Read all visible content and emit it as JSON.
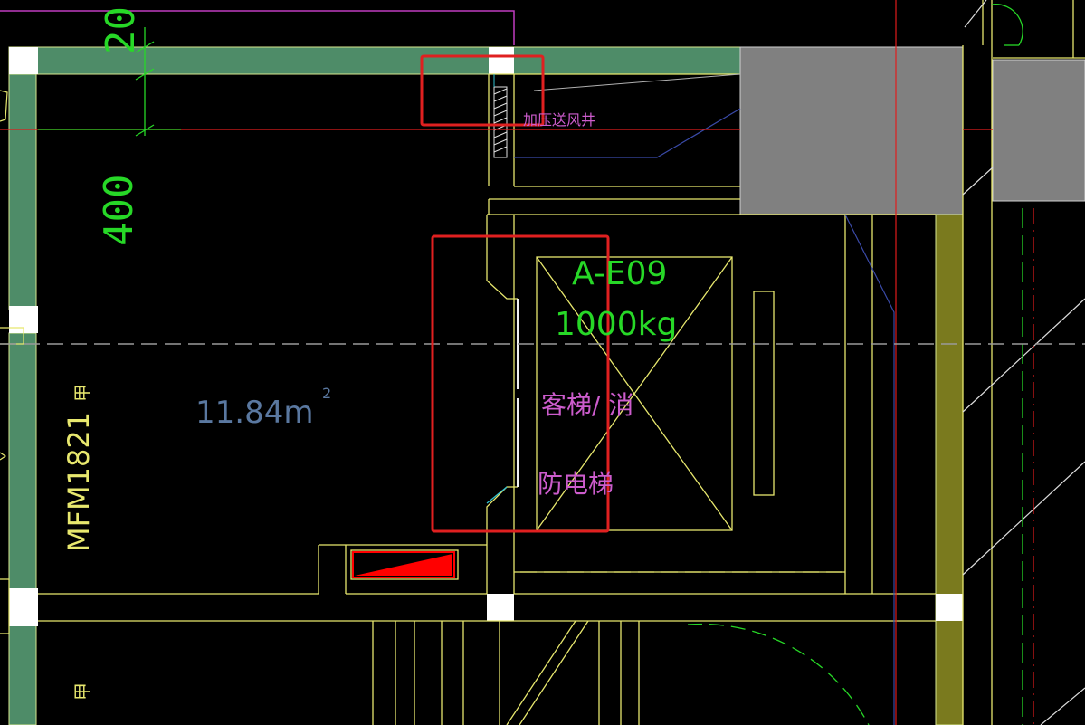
{
  "labels": {
    "dim_top": "20",
    "dim_left": "400",
    "area": "11.84m",
    "area_sup": "2",
    "door": "MFM1821",
    "door_class_top": "甲",
    "door_class_bottom": "甲",
    "fan_shaft": "加压送风井",
    "elevator_id": "A-E09",
    "elevator_capacity": "1000kg",
    "elevator_type_line1": "客梯/ 消",
    "elevator_type_line2": "防电梯"
  },
  "colors": {
    "background": "#000000",
    "wall_fill": "#4e8c68",
    "column_fill": "#ffffff",
    "shaft_fill": "#808080",
    "olive_wall": "#7a7a1e",
    "line_yellow": "#e8e86e",
    "line_green": "#27d827",
    "line_red": "#e01c1c",
    "line_magenta": "#c03cc0",
    "line_blue": "#3a4aa8",
    "line_cyan": "#30c0d0",
    "text_magenta": "#cc5ccc",
    "text_green": "#27d827",
    "text_slate": "#5a78a0",
    "text_yellow": "#e8e86e",
    "dash_gray": "#9a9a9a",
    "highlight_red": "#e02020",
    "red_fill": "#ff0000"
  }
}
